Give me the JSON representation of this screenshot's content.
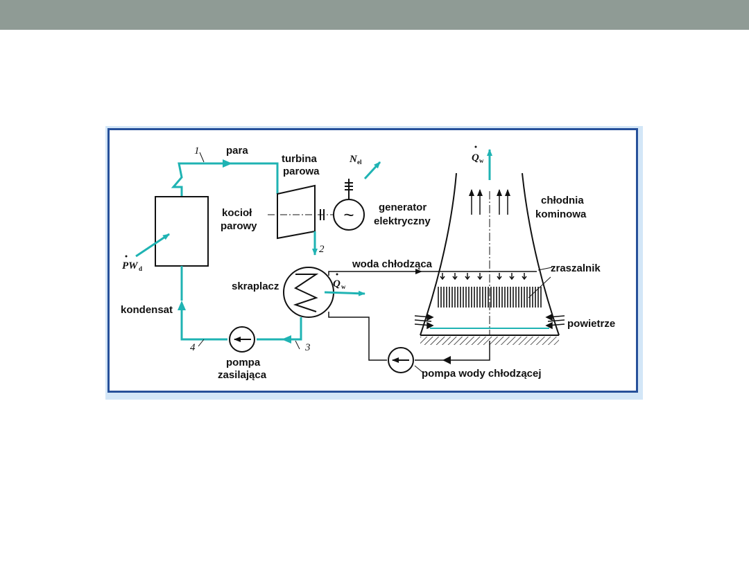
{
  "colors": {
    "top_bar": "#8f9b95",
    "frame_outer": "#d3e6f7",
    "frame_border": "#26509a",
    "flow_line": "#1fb3b3",
    "ink": "#111111"
  },
  "diagram": {
    "labels": {
      "para": "para",
      "turbina": "turbina",
      "parowa": "parowa",
      "kociol": "kocioł",
      "parowy": "parowy",
      "generator": "generator",
      "elektryczny": "elektryczny",
      "chlodnia": "chłodnia",
      "kominowa": "kominowa",
      "woda_chlodzaca": "woda chłodząca",
      "skraplacz": "skraplacz",
      "zraszalnik": "zraszalnik",
      "kondensat": "kondensat",
      "powietrze": "powietrze",
      "pompa": "pompa",
      "zasilajaca": "zasilająca",
      "pompa_wody": "pompa wody chłodzącej"
    },
    "points": {
      "p1": "1",
      "p2": "2",
      "p3": "3",
      "p4": "4"
    },
    "symbols": {
      "n_el": "N",
      "n_el_sub": "el",
      "q_w_top": "Q",
      "q_w_top_sub": "w",
      "q_w_condenser": "Q",
      "q_w_condenser_sub": "w",
      "pw_d": "PW",
      "pw_d_sub": "d",
      "generator_glyph": "~"
    }
  }
}
